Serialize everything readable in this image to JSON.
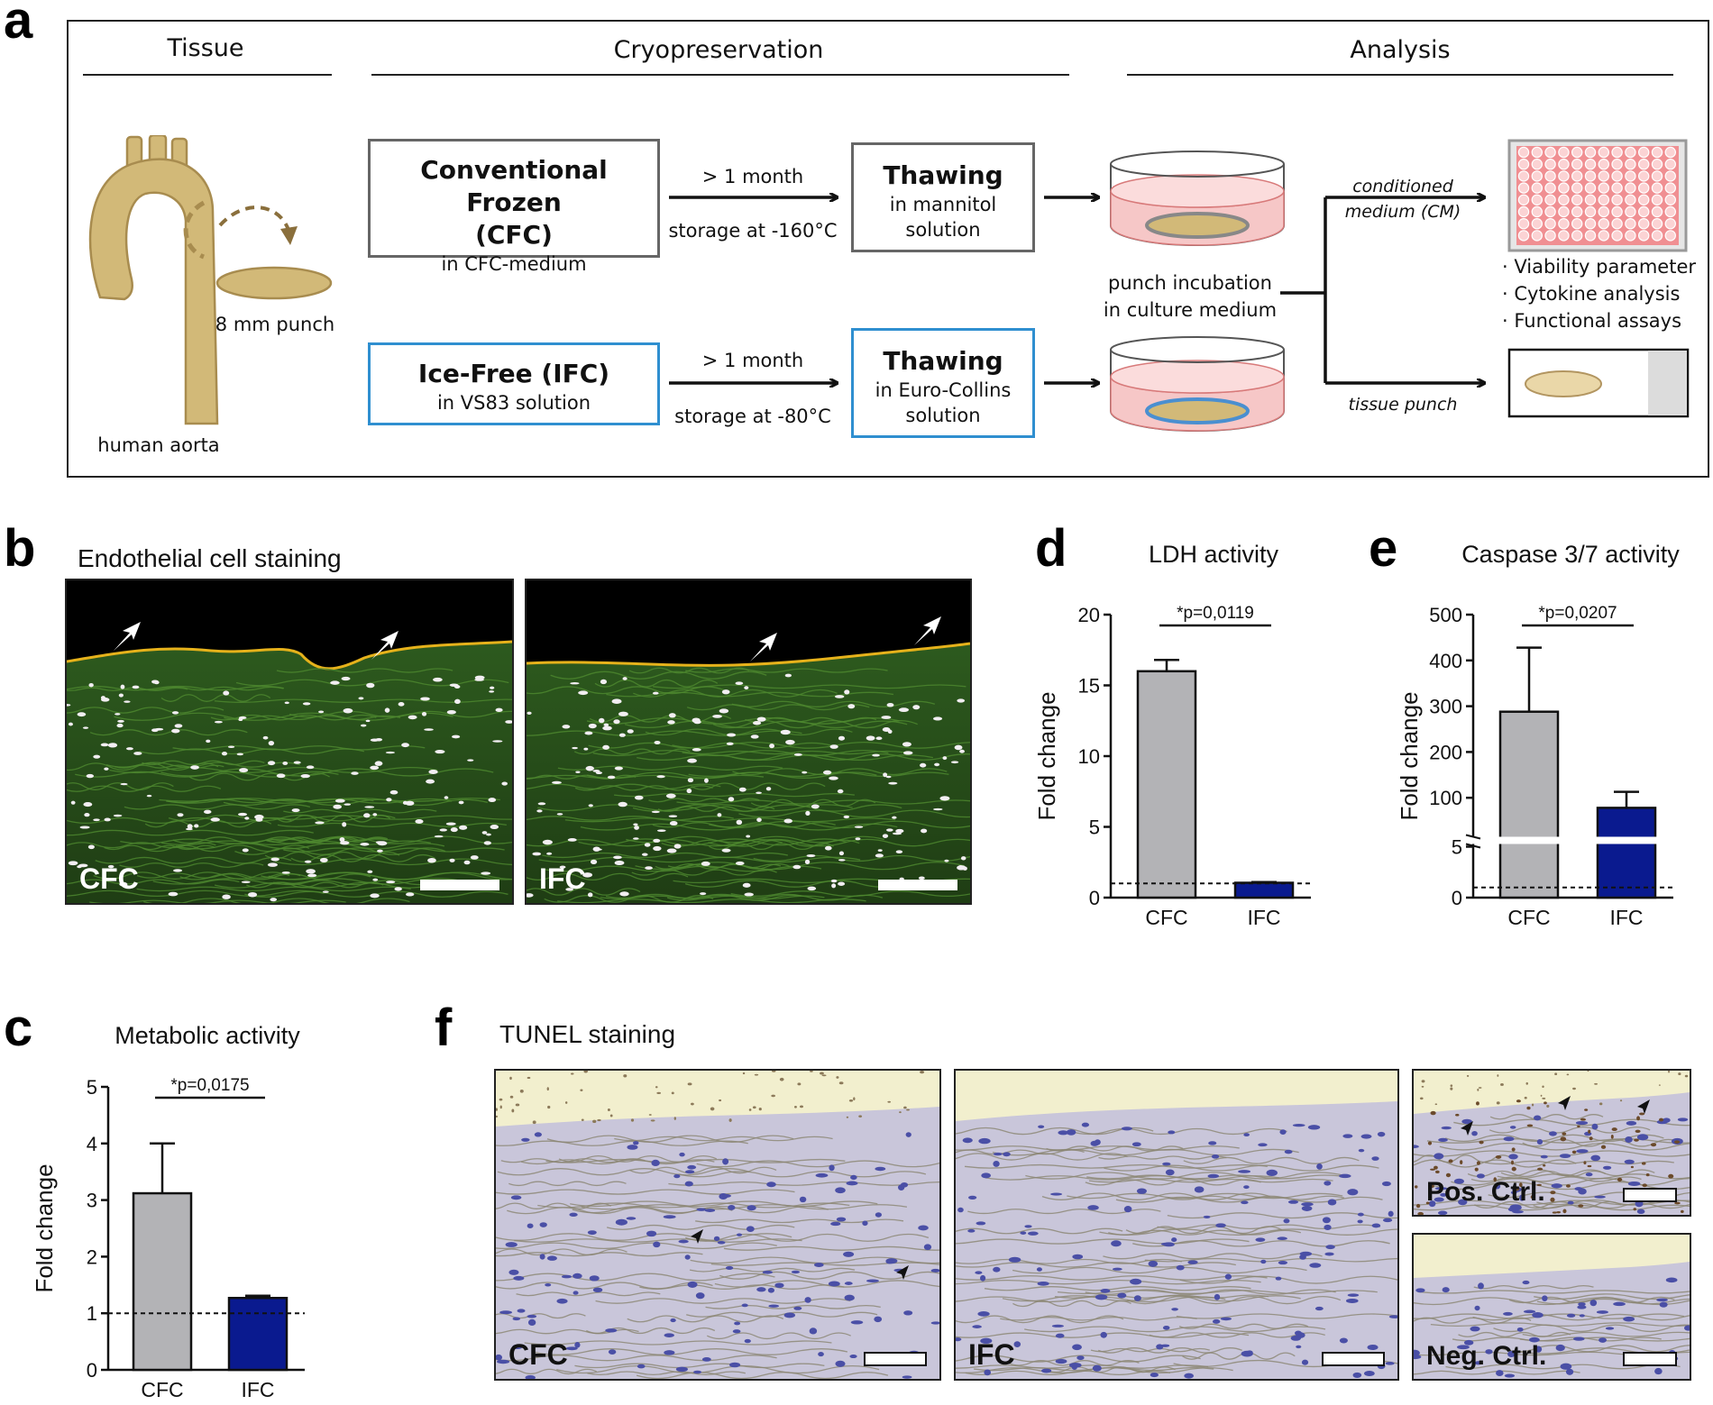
{
  "panels": {
    "a": "a",
    "b": "b",
    "c": "c",
    "d": "d",
    "e": "e",
    "f": "f"
  },
  "schematic": {
    "headers": {
      "tissue": "Tissue",
      "cryo": "Cryopreservation",
      "analysis": "Analysis"
    },
    "aorta_label": "human aorta",
    "punch_label": "8 mm punch",
    "cfc_box": {
      "line1": "Conventional Frozen",
      "line2": "(CFC)",
      "line3": "in CFC-medium"
    },
    "ifc_box": {
      "line1": "Ice-Free (IFC)",
      "line2": "in VS83 solution"
    },
    "cfc_arrow": {
      "top": "> 1 month",
      "bottom": "storage at -160°C"
    },
    "ifc_arrow": {
      "top": "> 1 month",
      "bottom": "storage at -80°C"
    },
    "thaw_cfc": {
      "title": "Thawing",
      "line1": "in mannitol",
      "line2": "solution"
    },
    "thaw_ifc": {
      "title": "Thawing",
      "line1": "in Euro-Collins",
      "line2": "solution"
    },
    "incubation": {
      "line1": "punch incubation",
      "line2": "in culture medium"
    },
    "cm_label": {
      "line1": "conditioned",
      "line2": "medium (CM)"
    },
    "tissue_punch_label": "tissue punch",
    "assays": [
      "· Viability parameter",
      "· Cytokine analysis",
      "· Functional assays"
    ],
    "colors": {
      "tissue": "#d2b978",
      "tissue_dark": "#a88c4f",
      "dish_medium": "#f6c7c7",
      "plate": "#f08f92",
      "cfc_border": "#666666",
      "ifc_border": "#2f8fd0"
    }
  },
  "panel_b": {
    "title": "Endothelial cell staining",
    "images": [
      {
        "label": "CFC"
      },
      {
        "label": "IFC"
      }
    ],
    "colors": {
      "tissue": "#2e4a1c",
      "background": "#000000",
      "endothelium": "#e6b21b"
    }
  },
  "panel_f": {
    "title": "TUNEL staining",
    "images": [
      {
        "label": "CFC"
      },
      {
        "label": "IFC"
      },
      {
        "label": "Pos. Ctrl."
      },
      {
        "label": "Neg. Ctrl."
      }
    ],
    "colors": {
      "tissue": "#c9c6da",
      "background": "#f2efce",
      "nuclei": "#4a4fa6",
      "positive": "#6b4a2a"
    }
  },
  "chart_data": [
    {
      "id": "c",
      "type": "bar",
      "title": "Metabolic activity",
      "ylabel": "Fold change",
      "categories": [
        "CFC",
        "IFC"
      ],
      "values": [
        3.12,
        1.27
      ],
      "errors": [
        0.88,
        0.04
      ],
      "ylim": [
        0,
        5
      ],
      "yticks": [
        "0",
        "1",
        "2",
        "3",
        "4",
        "5"
      ],
      "reference_line": 1,
      "annotation": "*p=0,0175",
      "colors": [
        "#b3b3b6",
        "#0a1a8f"
      ]
    },
    {
      "id": "d",
      "type": "bar",
      "title": "LDH activity",
      "ylabel": "Fold change",
      "categories": [
        "CFC",
        "IFC"
      ],
      "values": [
        16.0,
        1.05
      ],
      "errors": [
        0.8,
        0.05
      ],
      "ylim": [
        0,
        20
      ],
      "yticks": [
        "0",
        "5",
        "10",
        "15",
        "20"
      ],
      "reference_line": 1,
      "annotation": "*p=0,0119",
      "colors": [
        "#b3b3b6",
        "#0a1a8f"
      ]
    },
    {
      "id": "e",
      "type": "bar",
      "title": "Caspase 3/7 activity",
      "ylabel": "Fold change",
      "categories": [
        "CFC",
        "IFC"
      ],
      "values": [
        288,
        78
      ],
      "errors": [
        140,
        35
      ],
      "ylim": [
        0,
        500
      ],
      "axis_break": 5,
      "yticks": [
        "0",
        "5",
        "100",
        "200",
        "300",
        "400",
        "500"
      ],
      "reference_line": 1,
      "annotation": "*p=0,0207",
      "colors": [
        "#b3b3b6",
        "#0a1a8f"
      ]
    }
  ]
}
